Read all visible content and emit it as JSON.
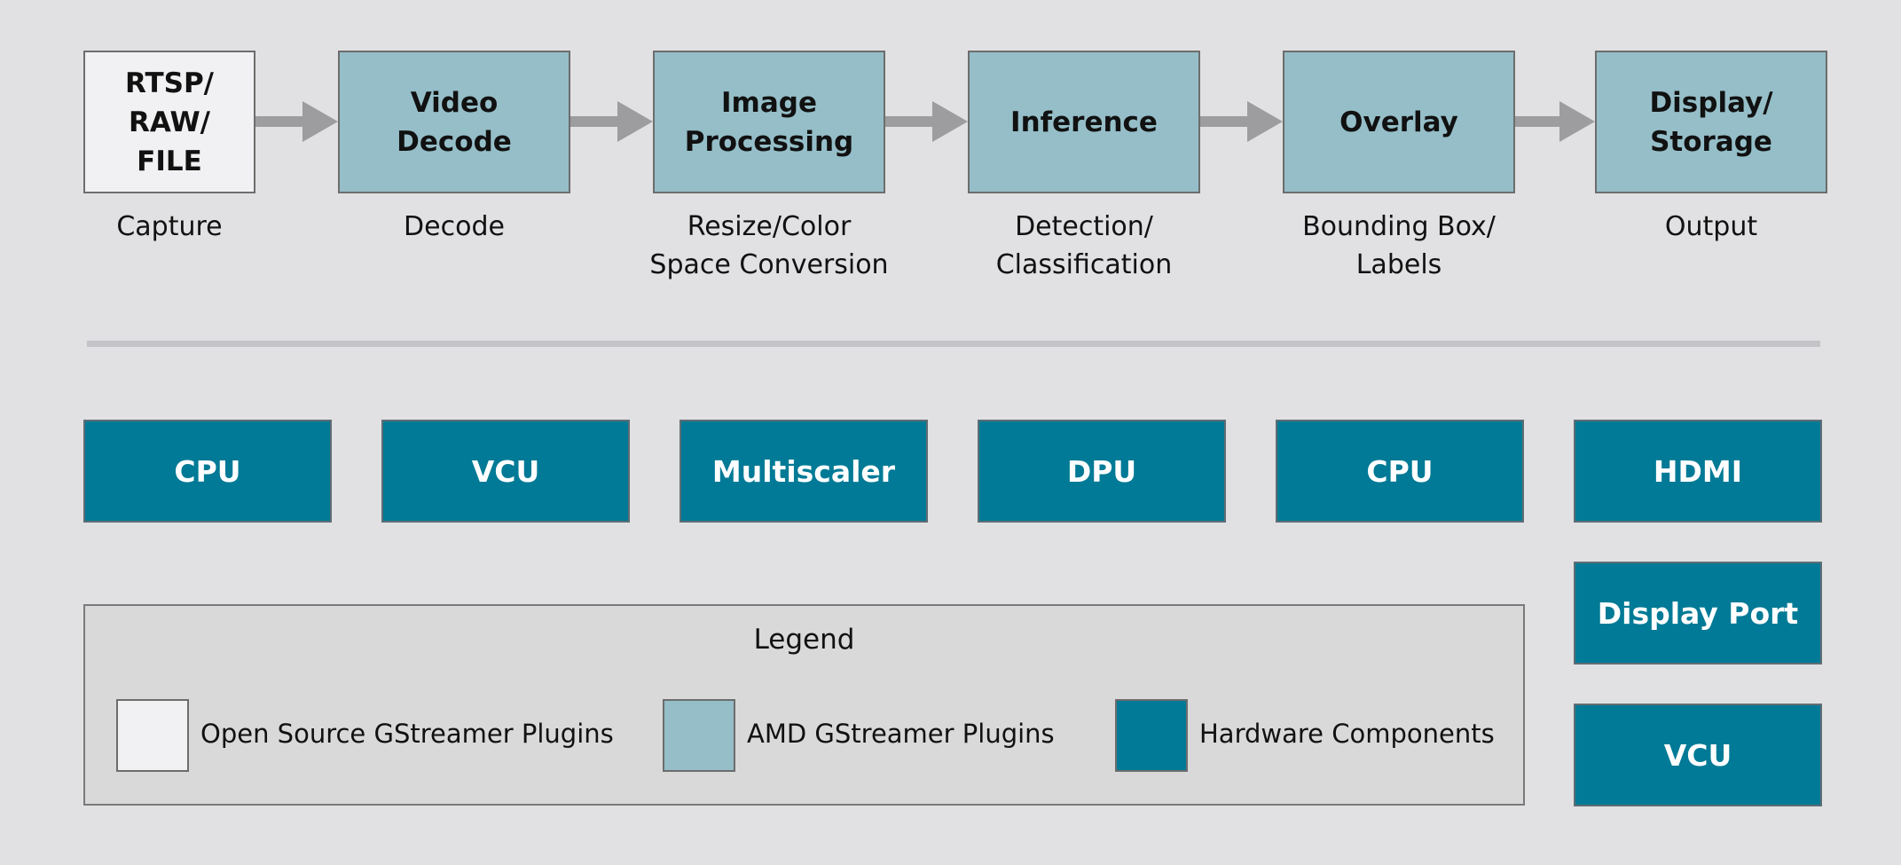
{
  "colors": {
    "background": "#e1e1e3",
    "open_source": "#f1f1f3",
    "amd_plugin": "#95bec8",
    "hardware": "#007a96",
    "arrow": "#9d9d9f"
  },
  "pipeline": [
    {
      "label": "RTSP/\nRAW/\nFILE",
      "caption": "Capture",
      "kind": "open_source"
    },
    {
      "label": "Video\nDecode",
      "caption": "Decode",
      "kind": "amd_plugin"
    },
    {
      "label": "Image\nProcessing",
      "caption": "Resize/Color\nSpace Conversion",
      "kind": "amd_plugin"
    },
    {
      "label": "Inference",
      "caption": "Detection/\nClassification",
      "kind": "amd_plugin"
    },
    {
      "label": "Overlay",
      "caption": "Bounding Box/\nLabels",
      "kind": "amd_plugin"
    },
    {
      "label": "Display/\nStorage",
      "caption": "Output",
      "kind": "amd_plugin"
    }
  ],
  "hardware": [
    {
      "label": "CPU"
    },
    {
      "label": "VCU"
    },
    {
      "label": "Multiscaler"
    },
    {
      "label": "DPU"
    },
    {
      "label": "CPU"
    },
    {
      "label": "HDMI"
    },
    {
      "label": "Display Port"
    },
    {
      "label": "VCU"
    }
  ],
  "legend": {
    "title": "Legend",
    "items": [
      {
        "label": "Open Source GStreamer Plugins",
        "kind": "open_source"
      },
      {
        "label": "AMD GStreamer Plugins",
        "kind": "amd_plugin"
      },
      {
        "label": "Hardware Components",
        "kind": "hardware"
      }
    ]
  }
}
